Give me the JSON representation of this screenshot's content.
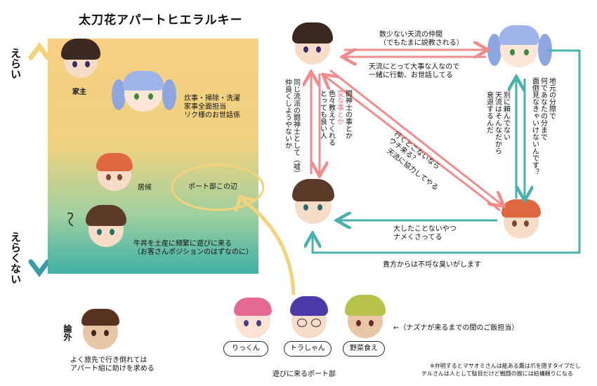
{
  "title": "太刀花アパートヒエラルキー",
  "axis": {
    "top": "えらい",
    "bottom": "えらくない"
  },
  "hierarchy": {
    "kashu": "家主",
    "chores": [
      "炊事・掃除・洗濯",
      "家事全面担当",
      "リク様のお世話係"
    ],
    "isoro": "居候",
    "gyudon": [
      "牛丼を土産に頻繁に遊びに来る",
      "（お客さんポジションのはずなのに）"
    ],
    "port_area": "ポート部この辺"
  },
  "outside": {
    "label": "論外",
    "desc": [
      "よく旅先で行き倒れては",
      "アパート組に助けを求める"
    ]
  },
  "relations": {
    "top_arrow": [
      "数少ない天流の仲間",
      "（でもたまに説教される）"
    ],
    "top_arrow2": [
      "天流にとって大事な人なので",
      "一緒に行動、お世話してる"
    ],
    "left_v1": [
      "同じ流派の闘神士として（嘘）",
      "仲良くしようやないか"
    ],
    "left_v2_a": "闘神士の事とか",
    "left_v2_b": "変な事とか",
    "left_v2_c": [
      "色々教えてくれる",
      "とっても良い人"
    ],
    "diag1": [
      "行くとこないなら",
      "ウチ来る？"
    ],
    "diag2": "天流に協力してやる",
    "right_v1": [
      "別に頼んでない",
      "天流はそんなだから",
      "衰退するんだ"
    ],
    "right_v2": [
      "地元の分際で",
      "何であなたの分まで",
      "面倒見なきゃいけないんです？"
    ],
    "bottom1": [
      "大したことないやつ",
      "ナメくさってる"
    ],
    "bottom2": "貴方からは不埒な臭いがします"
  },
  "port": {
    "bubbles": [
      "りっくん",
      "トラしゃん",
      "野菜食え"
    ],
    "caption": "遊びに来るポート部",
    "side_note": "←（ナズナが来るまでの間のご飯担当）"
  },
  "footnote": [
    "※弁明するとマサオミさんは能ある鷹は爪を隠すタイプだし",
    "テルさんは人として駄目だけど戦闘の腕には結構頼りになる"
  ],
  "colors": {
    "pink": "#ef8c8c",
    "teal": "#4bb1ad",
    "yellow": "#f2d27a"
  }
}
